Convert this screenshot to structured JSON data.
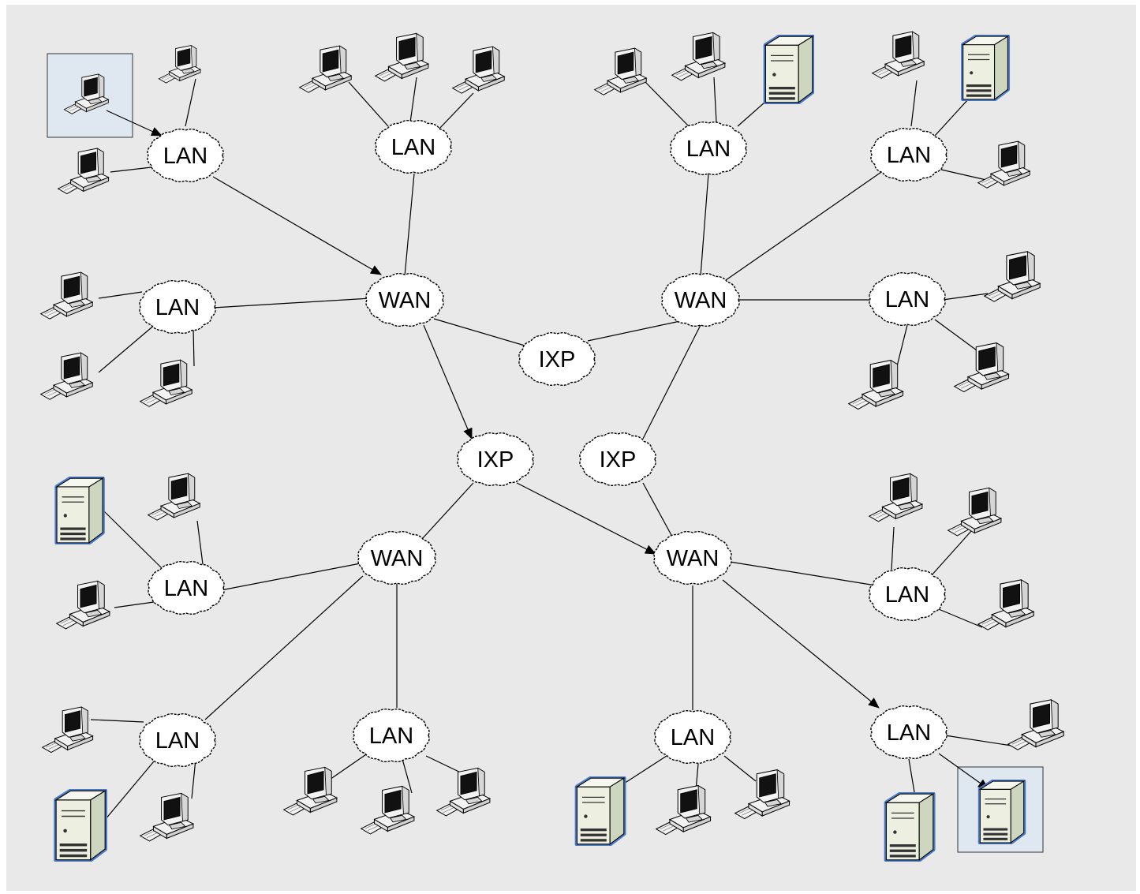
{
  "labels": {
    "lan": "LAN",
    "wan": "WAN",
    "ixp": "IXP"
  },
  "colors": {
    "background": "#e9e9e9",
    "line": "#000000",
    "cloud_fill": "#ffffff",
    "server_outline": "#4a7ac8",
    "server_body": "#e8ecd8",
    "pc_body": "#f2f2f2",
    "highlight_box": "#dfe8f0"
  },
  "icons": {
    "pc": "desktop-computer-icon",
    "server": "server-tower-icon",
    "cloud": "network-cloud-icon"
  },
  "route": {
    "source": "desktop-computer-icon (top-left, highlighted)",
    "destination": "server-tower-icon (bottom-right, highlighted)",
    "path": [
      "LAN",
      "WAN",
      "IXP",
      "WAN",
      "LAN"
    ]
  }
}
